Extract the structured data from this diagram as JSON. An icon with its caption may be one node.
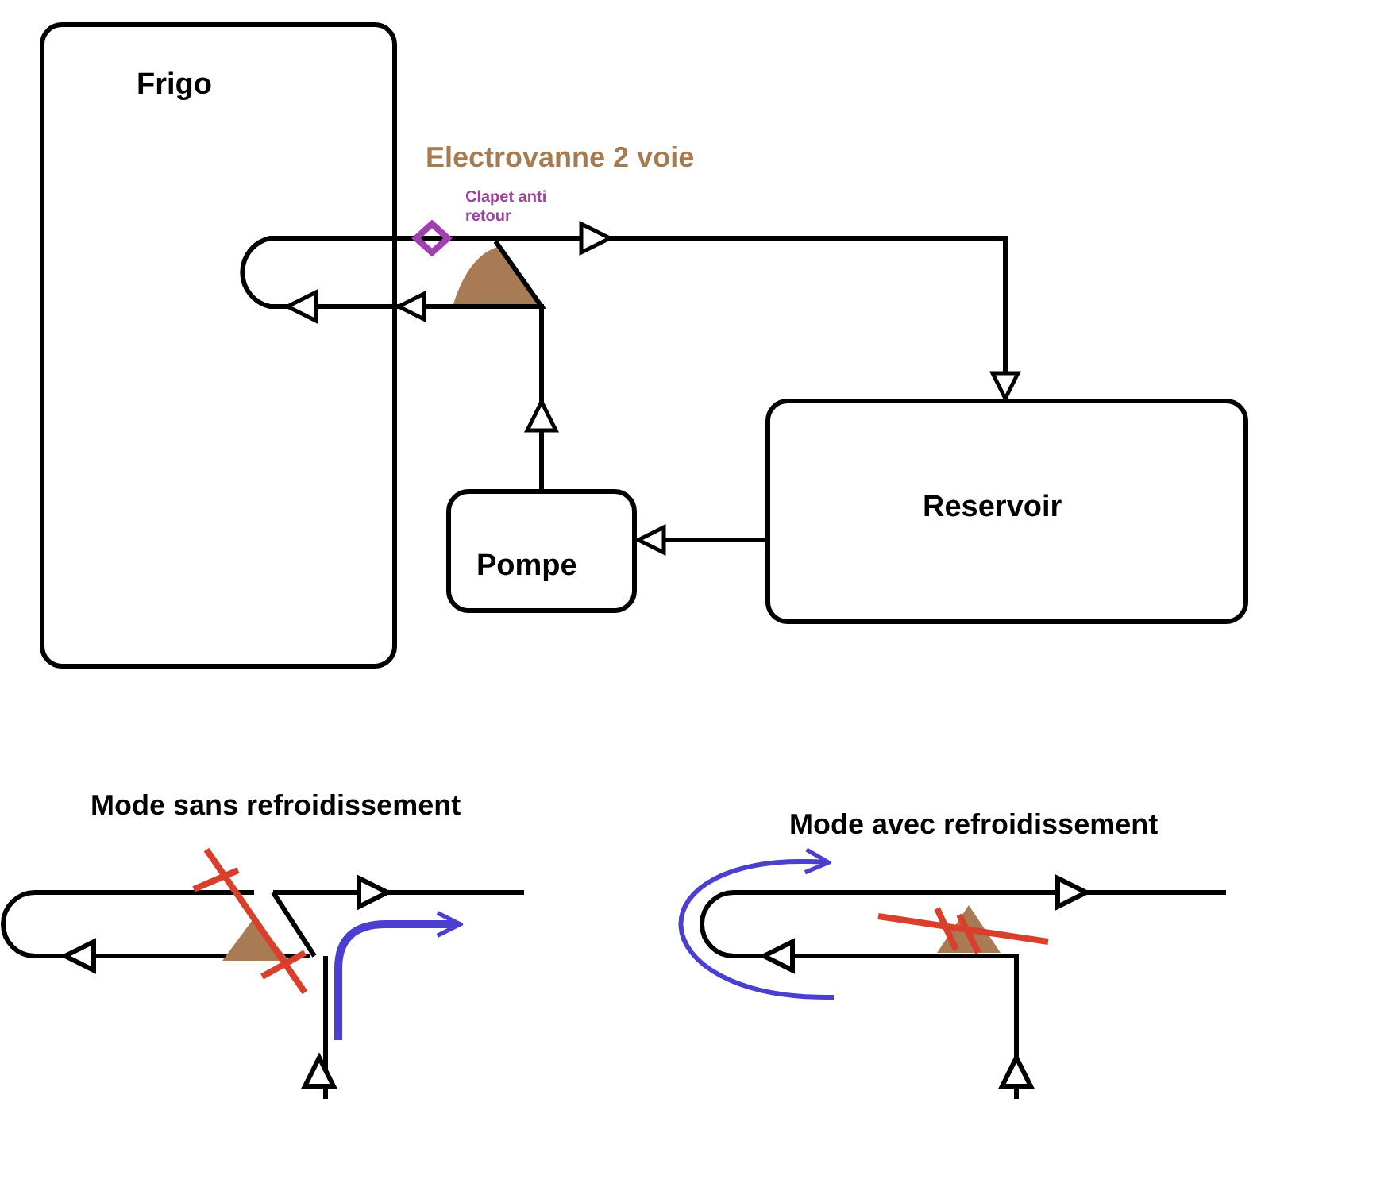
{
  "diagram": {
    "nodes": [
      {
        "text": [
          "Frigo"
        ]
      },
      {
        "text": [
          "Reservoir"
        ]
      },
      {
        "text": [
          "Pompe"
        ]
      }
    ],
    "edges": [
      {
        "from": 2,
        "to": 0,
        "arrow": "to"
      },
      {
        "from": 0,
        "to": 1,
        "arrow": "to"
      },
      {
        "from": 1,
        "to": 2,
        "arrow": "to"
      }
    ],
    "labels": [
      "Electrovanne 2 voie",
      "Clapet anti retour",
      "Mode sans refroidissement",
      "Mode avec refroidissement"
    ]
  }
}
